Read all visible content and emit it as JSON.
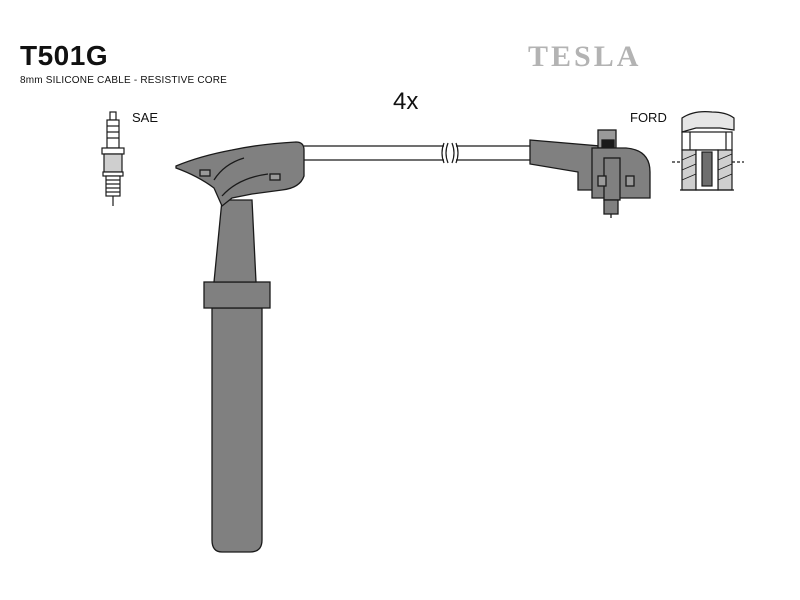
{
  "header": {
    "part_number": "T501G",
    "cable_spec": "8mm SILICONE CABLE - RESISTIVE CORE",
    "brand": "TESLA"
  },
  "diagram": {
    "quantity": "4x",
    "plug_standard_label": "SAE",
    "coil_standard_label": "FORD"
  },
  "colors": {
    "boot_fill": "#808080",
    "outline": "#1a1a1a",
    "brand_text": "#b3b3b3"
  }
}
